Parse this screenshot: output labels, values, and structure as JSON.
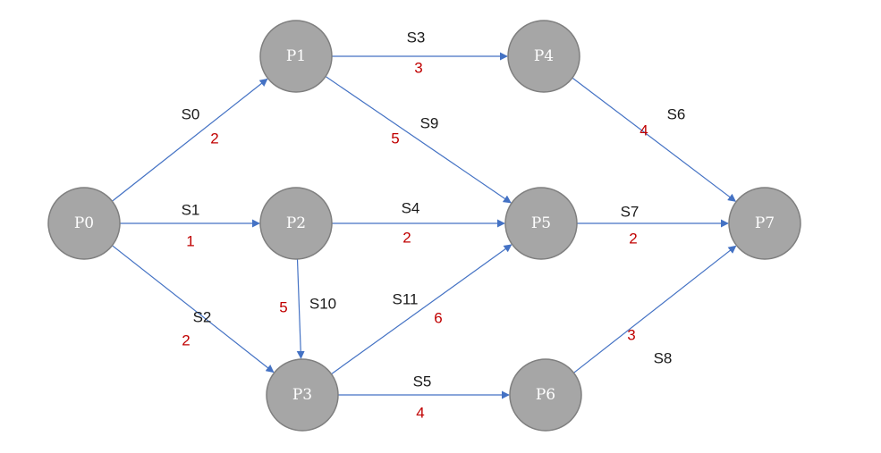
{
  "colors": {
    "node_fill": "#a6a6a6",
    "node_stroke": "#7f7f7f",
    "edge": "#4472c4",
    "weight": "#c00000",
    "label": "#1a1a1a"
  },
  "nodes": [
    {
      "id": "P0",
      "label": "P0"
    },
    {
      "id": "P1",
      "label": "P1"
    },
    {
      "id": "P2",
      "label": "P2"
    },
    {
      "id": "P3",
      "label": "P3"
    },
    {
      "id": "P4",
      "label": "P4"
    },
    {
      "id": "P5",
      "label": "P5"
    },
    {
      "id": "P6",
      "label": "P6"
    },
    {
      "id": "P7",
      "label": "P7"
    }
  ],
  "edges": [
    {
      "name": "S0",
      "from": "P0",
      "to": "P1",
      "weight": "2"
    },
    {
      "name": "S1",
      "from": "P0",
      "to": "P2",
      "weight": "1"
    },
    {
      "name": "S2",
      "from": "P0",
      "to": "P3",
      "weight": "2"
    },
    {
      "name": "S3",
      "from": "P1",
      "to": "P4",
      "weight": "3"
    },
    {
      "name": "S9",
      "from": "P1",
      "to": "P5",
      "weight": "5"
    },
    {
      "name": "S4",
      "from": "P2",
      "to": "P5",
      "weight": "2"
    },
    {
      "name": "S10",
      "from": "P2",
      "to": "P3",
      "weight": "5"
    },
    {
      "name": "S11",
      "from": "P3",
      "to": "P5",
      "weight": "6"
    },
    {
      "name": "S5",
      "from": "P3",
      "to": "P6",
      "weight": "4"
    },
    {
      "name": "S6",
      "from": "P4",
      "to": "P7",
      "weight": "4"
    },
    {
      "name": "S7",
      "from": "P5",
      "to": "P7",
      "weight": "2"
    },
    {
      "name": "S8",
      "from": "P6",
      "to": "P7",
      "weight": "3"
    }
  ]
}
